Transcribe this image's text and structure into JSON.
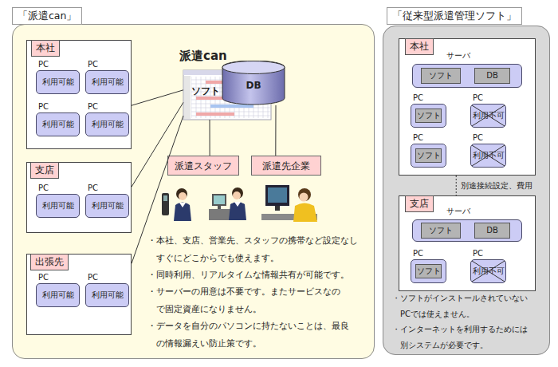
{
  "diagram": {
    "nodes": [
      {
        "text": [
          "「派遣can」"
        ]
      },
      {
        "text": [
          "本社"
        ],
        "in": 0
      },
      {
        "text": [
          "PC",
          "利用可能"
        ],
        "in": 1
      },
      {
        "text": [
          "PC",
          "利用可能"
        ],
        "in": 1
      },
      {
        "text": [
          "PC",
          "利用可能"
        ],
        "in": 1
      },
      {
        "text": [
          "PC",
          "利用可能"
        ],
        "in": 1
      },
      {
        "text": [
          "支店"
        ],
        "in": 0
      },
      {
        "text": [
          "PC",
          "利用可能"
        ],
        "in": 6
      },
      {
        "text": [
          "PC",
          "利用可能"
        ],
        "in": 6
      },
      {
        "text": [
          "出張先"
        ],
        "in": 0
      },
      {
        "text": [
          "PC",
          "利用可能"
        ],
        "in": 9
      },
      {
        "text": [
          "PC",
          "利用可能"
        ],
        "in": 9
      },
      {
        "text": [
          "派遣can",
          "ソフト"
        ],
        "in": 0
      },
      {
        "text": [
          "DB"
        ],
        "in": 0
      },
      {
        "text": [
          "派遣スタッフ"
        ],
        "in": 0
      },
      {
        "text": [
          "派遣先企業"
        ],
        "in": 0
      },
      {
        "text": [
          "「従来型派遣管理ソフト」"
        ]
      },
      {
        "text": [
          "本社"
        ],
        "in": 16
      },
      {
        "text": [
          "サーバ"
        ],
        "in": 17
      },
      {
        "text": [
          "ソフト"
        ],
        "in": 18
      },
      {
        "text": [
          "DB"
        ],
        "in": 18
      },
      {
        "text": [
          "PC"
        ],
        "in": 17
      },
      {
        "text": [
          "ソフト"
        ],
        "in": 21
      },
      {
        "text": [
          "PC",
          "利用不可"
        ],
        "in": 17
      },
      {
        "text": [
          "PC"
        ],
        "in": 17
      },
      {
        "text": [
          "ソフト"
        ],
        "in": 24
      },
      {
        "text": [
          "PC",
          "利用不可"
        ],
        "in": 17
      },
      {
        "text": [
          "支店"
        ],
        "in": 16
      },
      {
        "text": [
          "サーバ"
        ],
        "in": 27
      },
      {
        "text": [
          "ソフト"
        ],
        "in": 28
      },
      {
        "text": [
          "DB"
        ],
        "in": 28
      },
      {
        "text": [
          "PC"
        ],
        "in": 27
      },
      {
        "text": [
          "ソフト"
        ],
        "in": 31
      },
      {
        "text": [
          "PC",
          "利用不可"
        ],
        "in": 27
      }
    ],
    "edges": [
      {
        "from": 12,
        "to": 1,
        "arrow": "none"
      },
      {
        "from": 12,
        "to": 6,
        "arrow": "none"
      },
      {
        "from": 12,
        "to": 9,
        "arrow": "none"
      },
      {
        "from": 12,
        "to": 14,
        "arrow": "none"
      },
      {
        "from": 13,
        "to": 15,
        "arrow": "none"
      },
      {
        "from": 17,
        "to": 27,
        "label": "別途接続設定、費用",
        "arrow": "none"
      }
    ],
    "labels": [
      "・本社、支店、営業先、スタッフの携帯など設定なし すぐにどこからでも使えます。",
      "・同時利用、リアルタイムな情報共有が可能です。",
      "・サーバーの用意は不要です。またサービスなの で固定資産になりません。",
      "・データを自分のパソコンに持たないことは、最良 の情報漏えい防止策です。",
      "・ソフトがインストールされていない PCでは使えません。",
      "・インターネットを利用するためには 別システムが必要です。"
    ]
  }
}
